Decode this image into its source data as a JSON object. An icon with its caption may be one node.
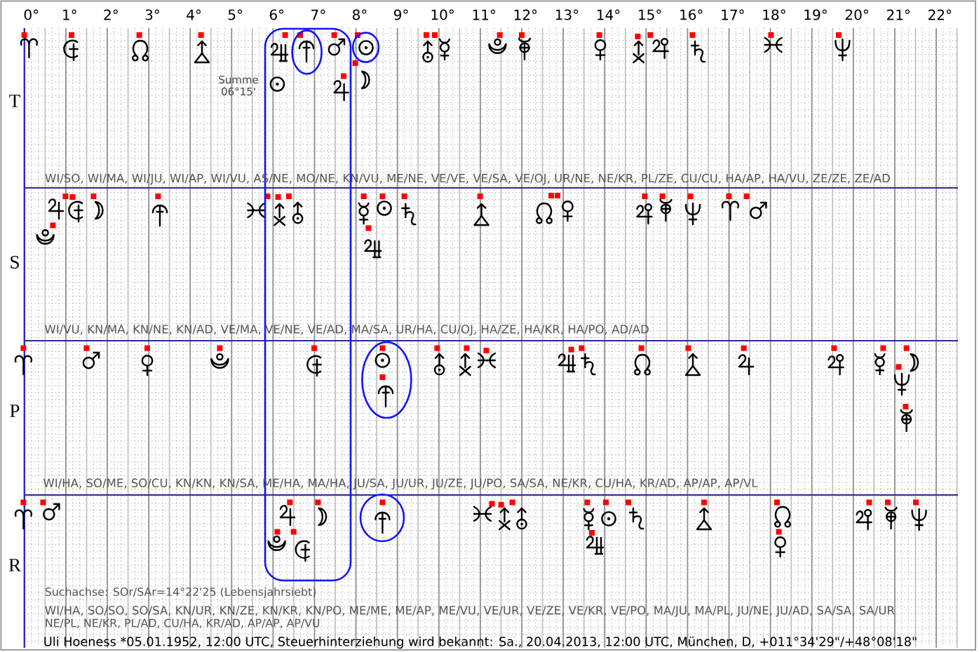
{
  "diagram": {
    "caption": "Uli Hoeness *05.01.1952, 12:00 UTC, Steuerhinterziehung wird bekannt: Sa., 20.04.2013, 12:00 UTC, München, D, +011°34'29\"/+48°08'18\"",
    "labels": [
      "0°",
      "1°",
      "2°",
      "3°",
      "4°",
      "5°",
      "6°",
      "7°",
      "8°",
      "9°",
      "10°",
      "11°",
      "12°",
      "13°",
      "14°",
      "15°",
      "16°",
      "17°",
      "18°",
      "19°",
      "20°",
      "21°",
      "22°",
      "T",
      "Summe 06°15'",
      "WI/SO, WI/MA, WI/JU, WI/AP, WI/VU, AS/NE, MO/NE, KN/VU, ME/NE, VE/VE, VE/SA, VE/OJ, UR/NE, NE/KR, PL/ZE, CU/CU, HA/AP, HA/VU, ZE/ZE, ZE/AD",
      "S",
      "WI/VU, KN/MA, KN/NE, KN/AD, VE/MA, VE/NE, VE/AD, MA/SA, UR/HA, CU/OJ, HA/ZE, HA/KR, HA/PO, AD/AD",
      "P",
      "WI/HA, SO/ME, SO/CU, KN/KN, KN/SA, ME/HA, MA/HA, JU/SA, JU/UR, JU/ZE, JU/PO, SA/SA, NE/KR, CU/HA, KR/AD, AP/AP, AP/VL",
      "R",
      "Suchachse: SOr/SAr=14°22'25 (Lebensjahrsiebt)",
      "WI/HA, SO/SO, SO/SA, KN/UR, KN/ZE, KN/KR, KN/PO, ME/ME, ME/AP, ME/VU, VE/UR, VE/ZE, VE/KR, VE/PO, MA/JU, MA/PL, JU/NE, JU/AD, SA/SA, SA/UR",
      "NE/PL, NE/KR, PL/AD, CU/HA, KR/AD, AP/AP, AP/VU"
    ]
  }
}
